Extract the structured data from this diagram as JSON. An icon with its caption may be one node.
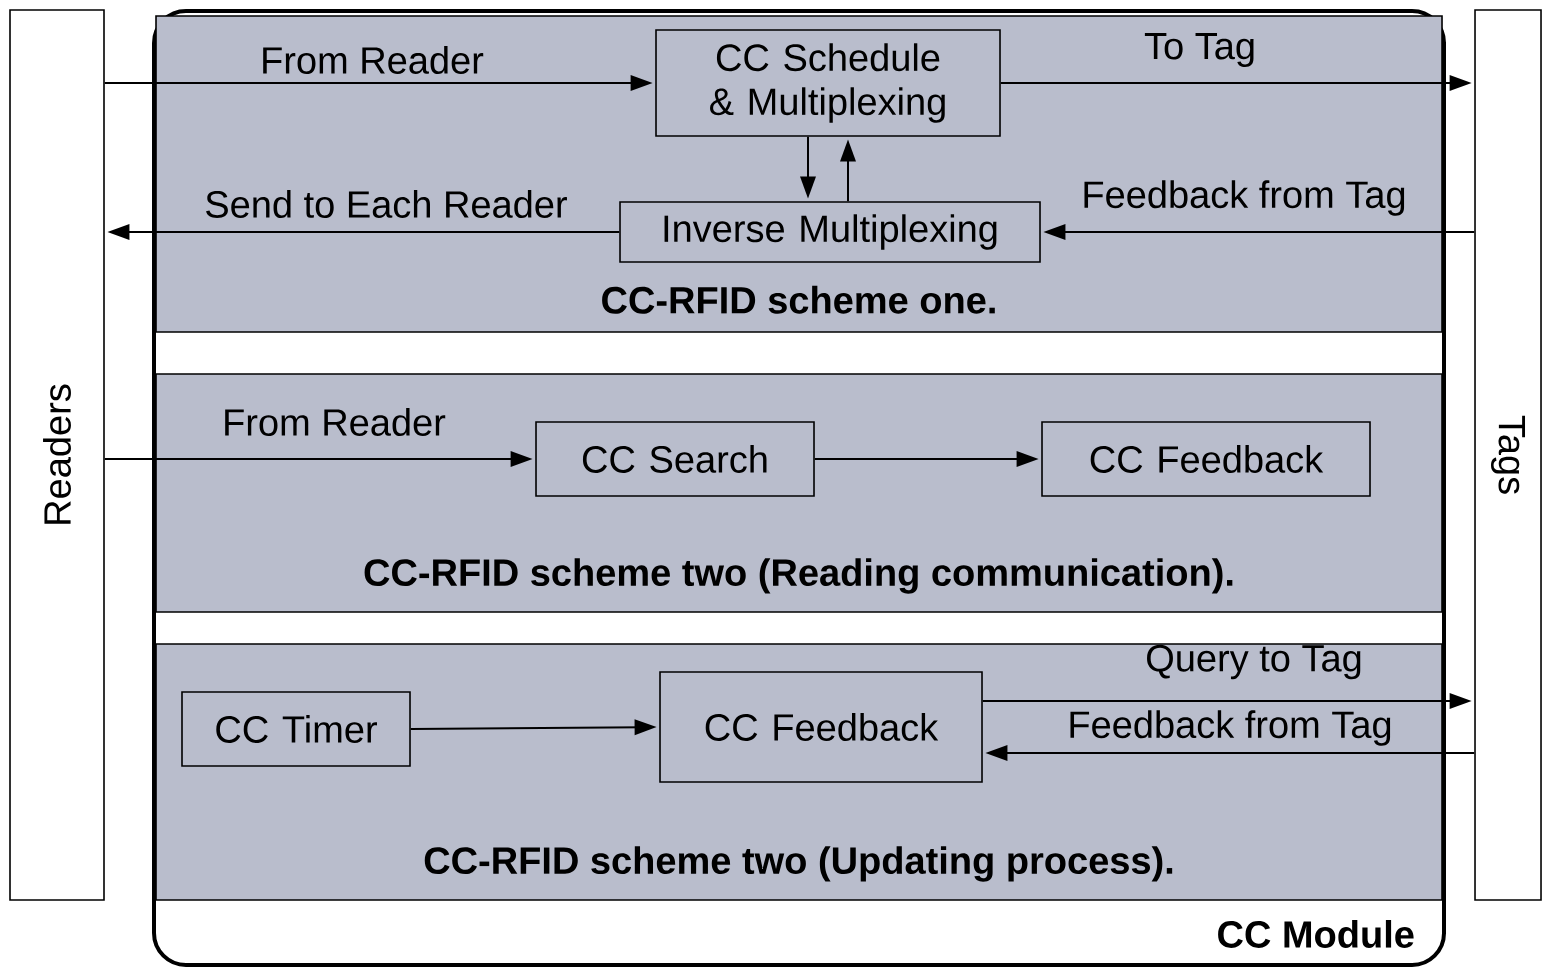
{
  "diagram": {
    "nodes": [
      {
        "text": [
          "Readers"
        ]
      },
      {
        "text": [
          "Tags"
        ]
      },
      {
        "text": [
          "CC Module"
        ]
      },
      {
        "text": [
          "CC-RFID scheme one."
        ],
        "in": 2
      },
      {
        "text": [
          "CC Schedule & Multiplexing"
        ],
        "in": 3
      },
      {
        "text": [
          "Inverse Multiplexing"
        ],
        "in": 3
      },
      {
        "text": [
          "CC-RFID scheme two (Reading communication)."
        ],
        "in": 2
      },
      {
        "text": [
          "CC Search"
        ],
        "in": 6
      },
      {
        "text": [
          "CC Feedback"
        ],
        "in": 6
      },
      {
        "text": [
          "CC-RFID scheme two (Updating process)."
        ],
        "in": 2
      },
      {
        "text": [
          "CC Timer"
        ],
        "in": 9
      },
      {
        "text": [
          "CC Feedback"
        ],
        "in": 9
      }
    ],
    "edges": [
      {
        "from": 0,
        "to": 4,
        "arrow": "to",
        "label": "From Reader"
      },
      {
        "from": 4,
        "to": 1,
        "arrow": "to",
        "label": "To Tag"
      },
      {
        "from": 4,
        "to": 5,
        "arrow": "to"
      },
      {
        "from": 5,
        "to": 4,
        "arrow": "to"
      },
      {
        "from": 1,
        "to": 5,
        "arrow": "to",
        "label": "Feedback from Tag"
      },
      {
        "from": 5,
        "to": 0,
        "arrow": "to",
        "label": "Send to Each Reader"
      },
      {
        "from": 0,
        "to": 7,
        "arrow": "to",
        "label": "From Reader"
      },
      {
        "from": 7,
        "to": 8,
        "arrow": "to"
      },
      {
        "from": 10,
        "to": 11,
        "arrow": "to"
      },
      {
        "from": 11,
        "to": 1,
        "arrow": "to",
        "label": "Query to Tag"
      },
      {
        "from": 1,
        "to": 11,
        "arrow": "to",
        "label": "Feedback from Tag"
      }
    ]
  }
}
